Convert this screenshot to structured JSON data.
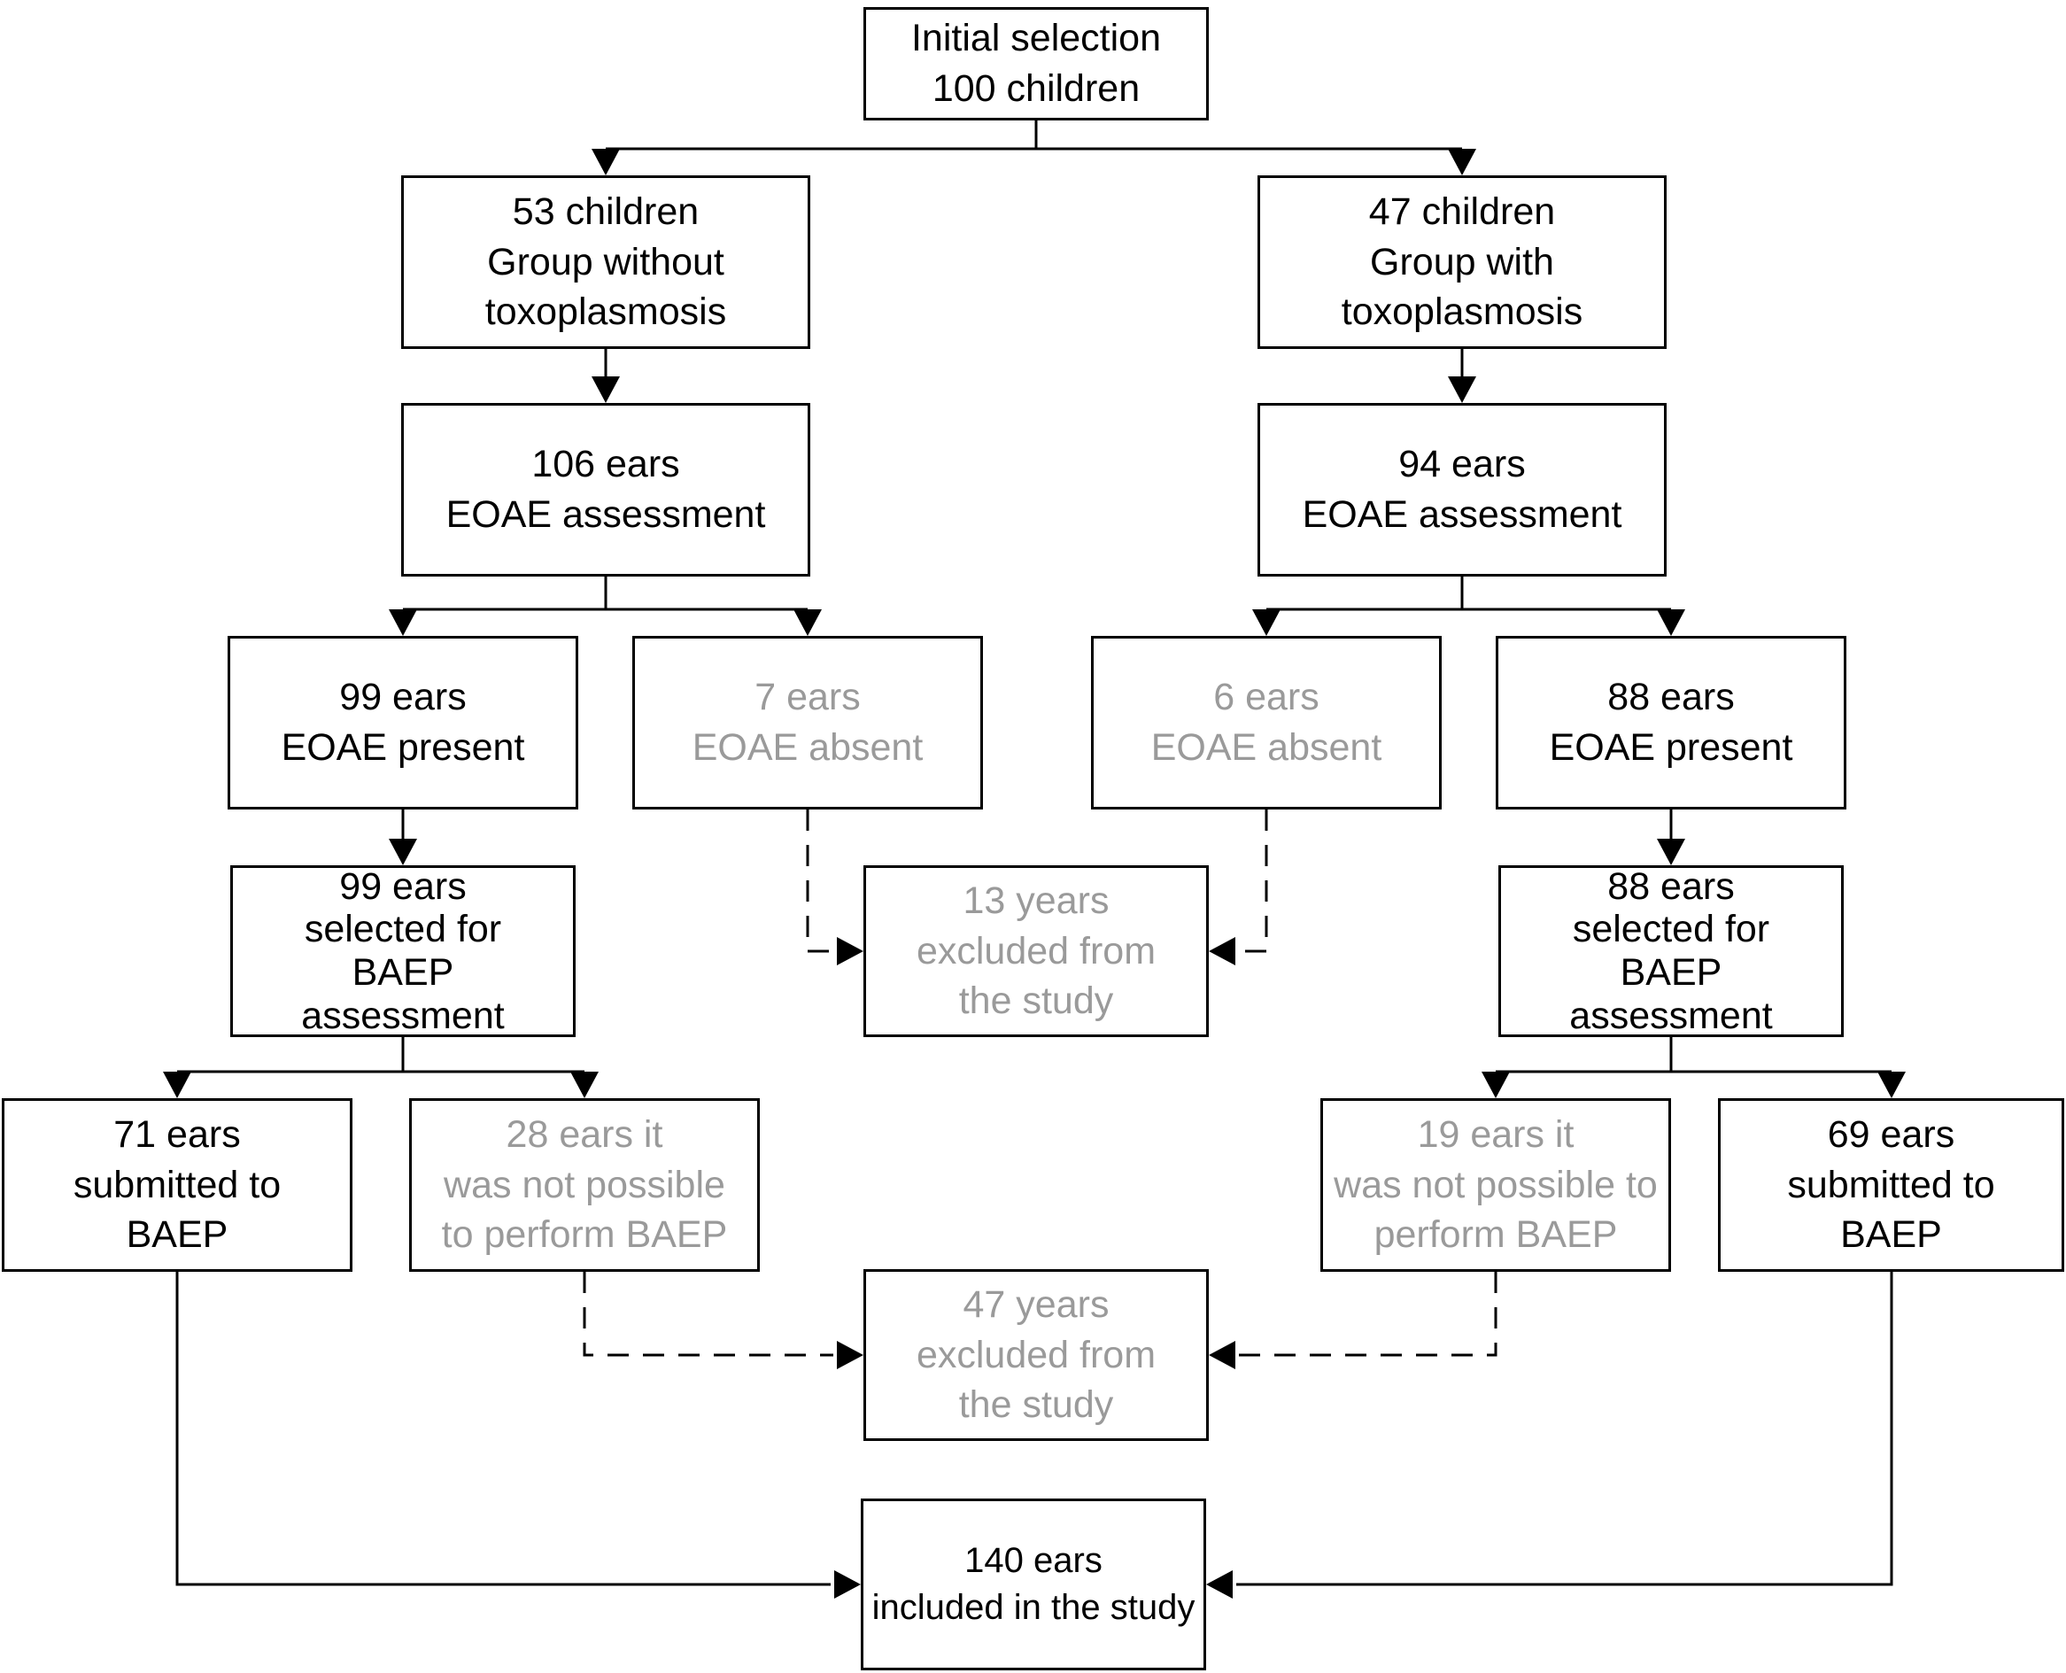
{
  "diagram": {
    "title": "Study flow diagram",
    "colors": {
      "box-border": "#000000",
      "text-primary": "#000000",
      "text-muted": "#9a9a9a",
      "line-color": "#000000",
      "bg": "#ffffff"
    },
    "nodes": {
      "initial": {
        "text": "Initial selection\n100 children"
      },
      "group_without": {
        "text": "53 children\nGroup without\ntoxoplasmosis"
      },
      "group_with": {
        "text": "47 children\nGroup with\ntoxoplasmosis"
      },
      "eoae_without": {
        "text": "106 ears\nEOAE assessment"
      },
      "eoae_with": {
        "text": "94 ears\nEOAE assessment"
      },
      "present_without": {
        "text": "99 ears\nEOAE present"
      },
      "absent_without": {
        "text": "7 ears\nEOAE absent"
      },
      "absent_with": {
        "text": "6 ears\nEOAE absent"
      },
      "present_with": {
        "text": "88 ears\nEOAE present"
      },
      "selected_without": {
        "text": "99 ears\nselected for\nBAEP\nassessment"
      },
      "selected_with": {
        "text": "88 ears\nselected for\nBAEP\nassessment"
      },
      "excluded_ears": {
        "text": "13 years\nexcluded from\nthe study"
      },
      "submitted_without": {
        "text": "71 ears\nsubmitted to\nBAEP"
      },
      "not_possible_without": {
        "text": "28 ears it\nwas not possible\nto perform BAEP"
      },
      "not_possible_with": {
        "text": "19 ears it\nwas not possible to\nperform BAEP"
      },
      "submitted_with": {
        "text": "69 ears\nsubmitted to\nBAEP"
      },
      "excluded_years": {
        "text": "47 years\nexcluded from\nthe study"
      },
      "included": {
        "text": "140 ears\nincluded in the study"
      }
    }
  }
}
